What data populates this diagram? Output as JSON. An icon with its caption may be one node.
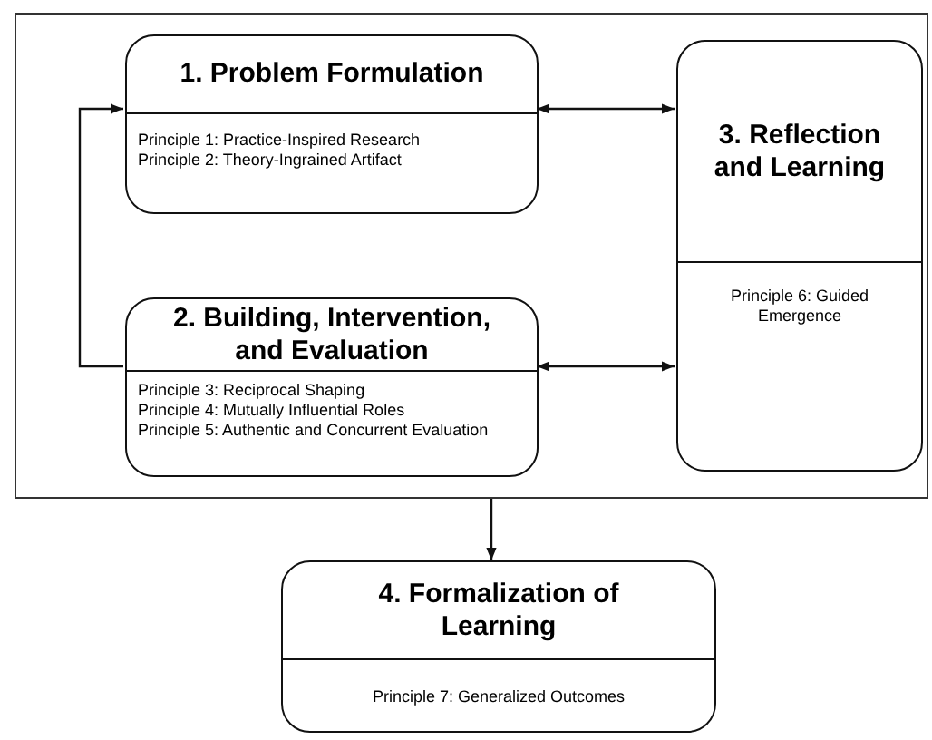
{
  "diagram": {
    "nodes": [
      {
        "text": [],
        "shape": "box"
      },
      {
        "text": [
          "1.  Problem Formulation",
          "Principle 1:  Practice-Inspired Research",
          "Principle 2:  Theory-Ingrained Artifact"
        ],
        "in": 0
      },
      {
        "text": [
          "2.  Building, Intervention, and Evaluation",
          "Principle 3:  Reciprocal Shaping",
          "Principle 4:  Mutually Influential Roles",
          "Principle 5:  Authentic and Concurrent Evaluation"
        ],
        "in": 0
      },
      {
        "text": [
          "3.  Reflection and Learning",
          "Principle 6:  Guided Emergence"
        ],
        "in": 0
      },
      {
        "text": [
          "4. Formalization of Learning",
          "Principle 7:  Generalized Outcomes"
        ]
      }
    ],
    "edges": [
      {
        "from": 1,
        "to": 3,
        "arrow": "both"
      },
      {
        "from": 2,
        "to": 3,
        "arrow": "both"
      },
      {
        "from": 2,
        "to": 1,
        "arrow": "to"
      },
      {
        "from": 0,
        "to": 4,
        "arrow": "to"
      }
    ]
  }
}
